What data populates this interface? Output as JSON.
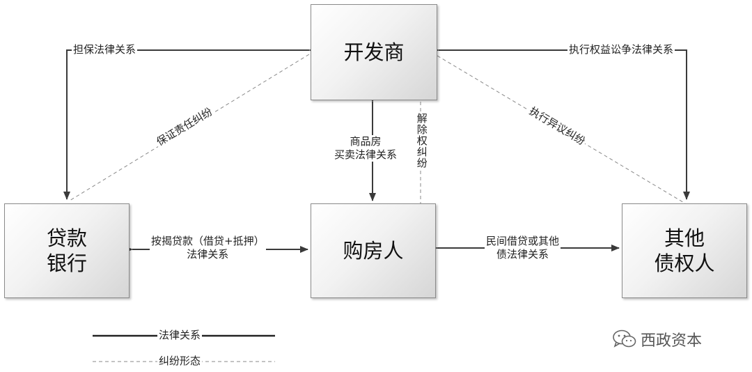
{
  "nodes": {
    "developer": "开发商",
    "bank_line1": "贷款",
    "bank_line2": "银行",
    "buyer": "购房人",
    "creditor_line1": "其他",
    "creditor_line2": "债权人"
  },
  "edges": {
    "guarantee": "担保法律关系",
    "enforcement": "执行权益讼争法律关系",
    "guarantee_dispute": "保证责任纠纷",
    "objection_dispute": "执行异议纠纷",
    "sale_line1": "商品房",
    "sale_line2": "买卖法律关系",
    "rescission_dispute": "解除权纠纷",
    "mortgage_line1": "按揭贷款（借贷+抵押）",
    "mortgage_line2": "法律关系",
    "private_line1": "民间借贷或其他",
    "private_line2": "债法律关系"
  },
  "legend": {
    "solid": "法律关系",
    "dashed": "纠纷形态"
  },
  "watermark": "西政资本"
}
